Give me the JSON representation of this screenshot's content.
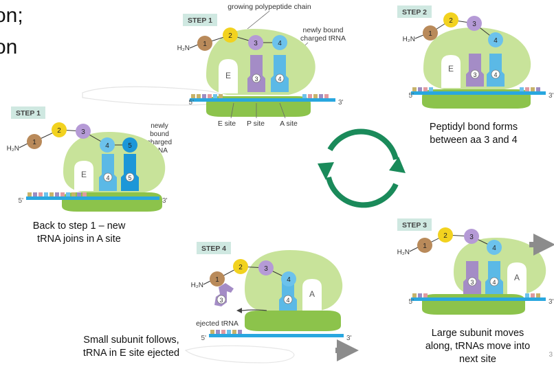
{
  "title_fragments": [
    "on;",
    "on"
  ],
  "slide_number": "3",
  "colors": {
    "large_subunit": "#c8e39a",
    "small_subunit": "#8cc34b",
    "tunnel": "#ffffff",
    "mrna": "#29a7df",
    "trna_purple": "#a48cc6",
    "trna_blue": "#5bb9e6",
    "aa1": "#b98a5a",
    "aa2": "#f2d21f",
    "aa3": "#b59ad6",
    "aa4": "#6cc2ec",
    "aa5": "#1c97d8",
    "step_tag_bg": "#cfe8e1",
    "cycle_arrow": "#1a8a5a",
    "move_arrow": "#8c8c8c"
  },
  "panels": {
    "top_center": {
      "step_label": "STEP 1",
      "top_label": "growing polypeptide chain",
      "side_label_line1": "newly bound",
      "side_label_line2": "charged tRNA",
      "five_prime": "5'",
      "three_prime": "3'",
      "site_label": "E",
      "amino_acids": [
        "1",
        "2",
        "3",
        "4"
      ],
      "nh2": "H₂N",
      "anticodon_p": "3",
      "anticodon_a": "4",
      "site_e": "E site",
      "site_p": "P site",
      "site_a": "A site"
    },
    "top_right": {
      "step_label": "STEP 2",
      "five_prime": "5'",
      "three_prime": "3'",
      "site_label": "E",
      "amino_acids": [
        "1",
        "2",
        "3",
        "4"
      ],
      "nh2": "H₂N",
      "anticodon_p": "3",
      "anticodon_a": "4"
    },
    "left": {
      "step_label": "STEP 1",
      "side_label_line1": "newly",
      "side_label_line2": "bound",
      "side_label_line3": "charged",
      "side_label_line4": "tRNA",
      "five_prime": "5'",
      "three_prime": "3'",
      "site_label": "E",
      "amino_acids": [
        "1",
        "2",
        "3",
        "4",
        "5"
      ],
      "nh2": "H₂N",
      "anticodon_p": "4",
      "anticodon_a": "5"
    },
    "bottom_right": {
      "step_label": "STEP 3",
      "five_prime": "5'",
      "three_prime": "3'",
      "site_label": "A",
      "amino_acids": [
        "1",
        "2",
        "3",
        "4"
      ],
      "nh2": "H₂N",
      "anticodon_e": "3",
      "anticodon_p": "4"
    },
    "bottom_center": {
      "step_label": "STEP 4",
      "five_prime": "5'",
      "three_prime": "3'",
      "site_label": "A",
      "amino_acids": [
        "1",
        "2",
        "3",
        "4"
      ],
      "nh2": "H₂N",
      "ejected_label": "ejected tRNA",
      "ejected_anticodon": "3",
      "anticodon_p": "4"
    }
  },
  "captions": {
    "top_right_line1": "Peptidyl bond forms",
    "top_right_line2": "between aa 3 and 4",
    "left_line1": "Back to step 1 – new",
    "left_line2": "tRNA joins in A site",
    "bottom_center_line1": "Small subunit follows,",
    "bottom_center_line2": "tRNA in E site ejected",
    "bottom_right_line1": "Large subunit moves",
    "bottom_right_line2": "along, tRNAs move into",
    "bottom_right_line3": "next site"
  }
}
